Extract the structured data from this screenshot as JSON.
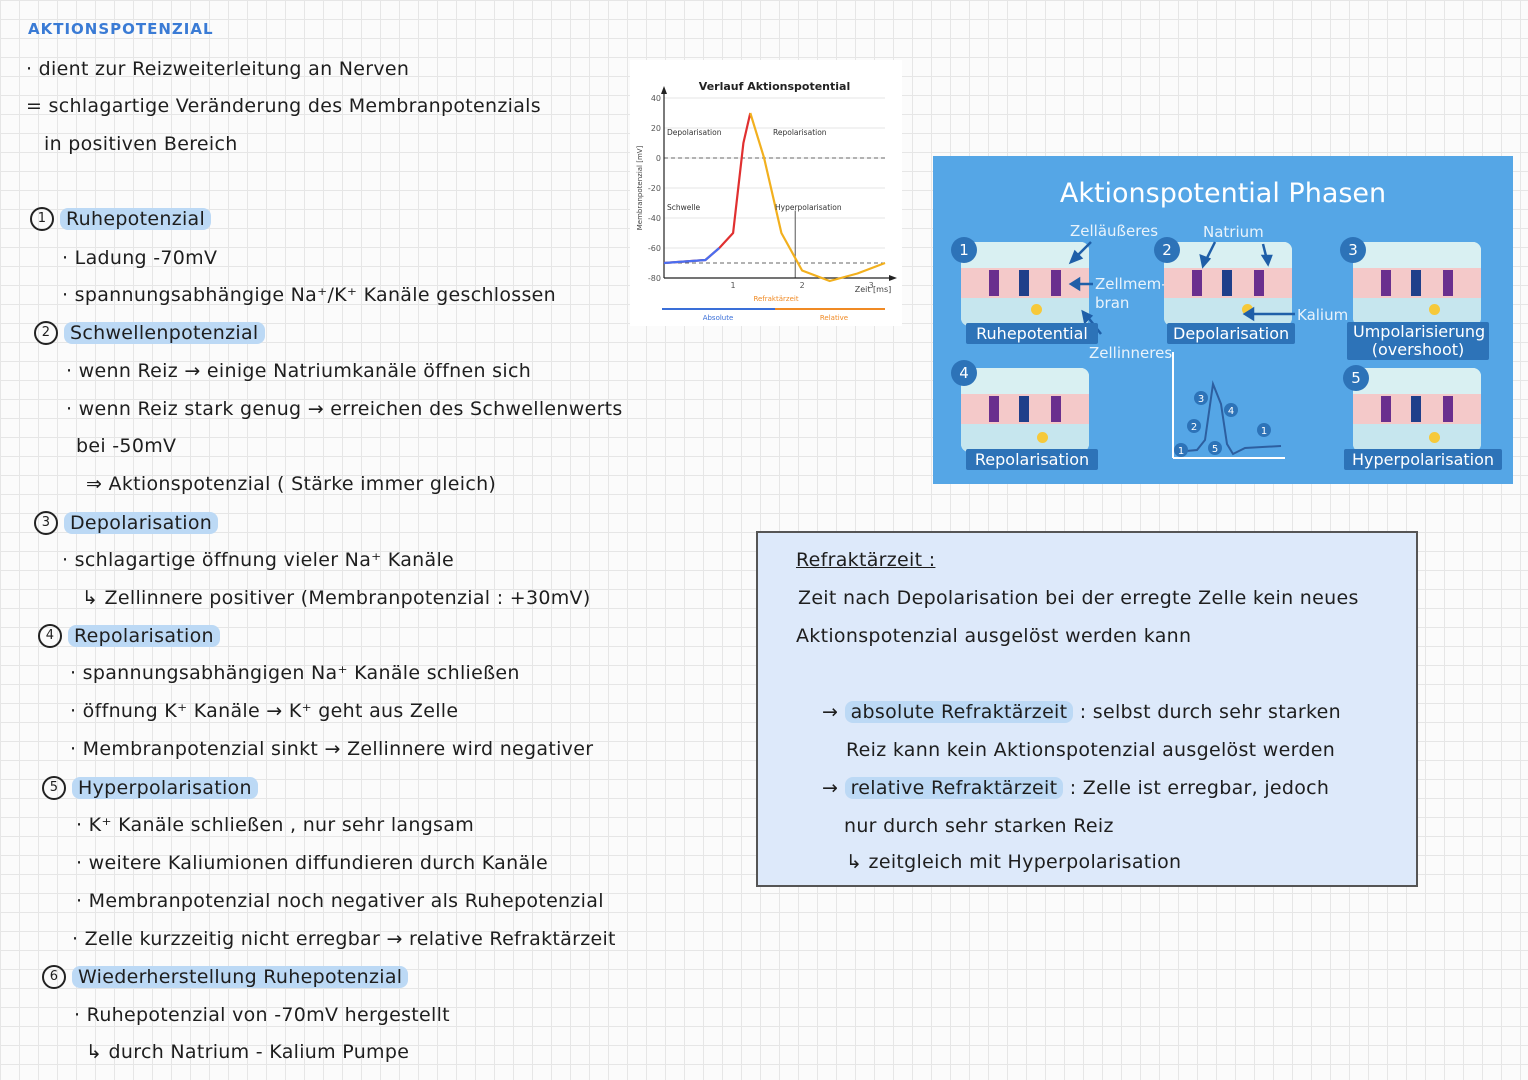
{
  "title": "AKTIONSPOTENZIAL",
  "intro": [
    "· dient zur Reizweiterleitung an Nerven",
    "= schlagartige Veränderung des Membranpotenzials",
    "in positiven Bereich"
  ],
  "sections": [
    {
      "num": "1",
      "heading": "Ruhepotenzial",
      "lines": [
        "· Ladung -70mV",
        "· spannungsabhängige Na⁺/K⁺ Kanäle geschlossen"
      ]
    },
    {
      "num": "2",
      "heading": "Schwellenpotenzial",
      "lines": [
        "· wenn Reiz → einige Natriumkanäle öffnen sich",
        "· wenn Reiz stark genug → erreichen des Schwellenwerts",
        "bei -50mV",
        "⇒ Aktionspotenzial ( Stärke immer gleich)"
      ]
    },
    {
      "num": "3",
      "heading": "Depolarisation",
      "lines": [
        "· schlagartige öffnung vieler Na⁺ Kanäle",
        "↳ Zellinnere positiver (Membranpotenzial : +30mV)"
      ]
    },
    {
      "num": "4",
      "heading": "Repolarisation",
      "lines": [
        "· spannungsabhängigen Na⁺ Kanäle schließen",
        "· öffnung K⁺ Kanäle → K⁺ geht aus Zelle",
        "· Membranpotenzial sinkt → Zellinnere wird negativer"
      ]
    },
    {
      "num": "5",
      "heading": "Hyperpolarisation",
      "lines": [
        "· K⁺ Kanäle schließen , nur sehr langsam",
        "· weitere Kaliumionen diffundieren durch Kanäle",
        "· Membranpotenzial noch negativer als Ruhepotenzial",
        "· Zelle kurzzeitig nicht erregbar → relative Refraktärzeit"
      ]
    },
    {
      "num": "6",
      "heading": "Wiederherstellung Ruhepotenzial",
      "lines": [
        "· Ruhepotenzial von -70mV hergestellt",
        "↳ durch Natrium - Kalium Pumpe"
      ]
    }
  ],
  "chart_data": {
    "type": "line",
    "title": "Verlauf Aktionspotential",
    "xlabel": "Zeit [ms]",
    "ylabel": "Membranpotenzial [mV]",
    "ylim": [
      -80,
      40
    ],
    "xlim": [
      0,
      3.2
    ],
    "yticks": [
      "40",
      "20",
      "0",
      "-20",
      "-40",
      "-60",
      "-80"
    ],
    "xticks": [
      "1",
      "2",
      "3"
    ],
    "series": [
      {
        "name": "Depolarisation",
        "color": "#e03030",
        "x": [
          0,
          0.6,
          0.8,
          1.0,
          1.15,
          1.25
        ],
        "y": [
          -70,
          -68,
          -60,
          -50,
          10,
          30
        ]
      },
      {
        "name": "Repolarisation",
        "color": "#f2b01e",
        "x": [
          1.25,
          1.45,
          1.7,
          2.0,
          2.4,
          2.8,
          3.2
        ],
        "y": [
          30,
          0,
          -50,
          -75,
          -82,
          -77,
          -70
        ]
      }
    ],
    "annotations": [
      "Depolarisation",
      "Repolarisation",
      "Schwelle",
      "Hyperpolarisation",
      "Refraktärzeit",
      "Absolute",
      "Relative"
    ],
    "colors": {
      "absolute": "#3a6fd8",
      "relative": "#f08a24",
      "curve_start": "#4a6ef0"
    }
  },
  "phases_panel": {
    "title": "Aktionspotential Phasen",
    "labels": {
      "outside": "Zelläußeres",
      "sodium": "Natrium",
      "membrane": "Zellmem-\nbran",
      "membrane_a": "Zellmem-",
      "membrane_b": "bran",
      "potassium": "Kalium",
      "inside": "Zellinneres"
    },
    "phases": [
      {
        "num": "1",
        "label": "Ruhepotential"
      },
      {
        "num": "2",
        "label": "Depolarisation"
      },
      {
        "num": "3",
        "label_a": "Umpolarisierung",
        "label_b": "(overshoot)"
      },
      {
        "num": "4",
        "label": "Repolarisation"
      },
      {
        "num": "5",
        "label": "Hyperpolarisation"
      }
    ],
    "mini_markers": [
      "1",
      "2",
      "3",
      "4",
      "5",
      "1"
    ],
    "bg_color": "#55a6e6"
  },
  "refractory": {
    "heading": "Refraktärzeit :",
    "lines": [
      "Zeit nach Depolarisation bei der erregte Zelle kein neues",
      "Aktionspotenzial ausgelöst werden kann"
    ],
    "absolute_arrow": "→",
    "absolute_term": "absolute Refraktärzeit",
    "absolute_text": ": selbst durch sehr starken",
    "absolute_text2": "Reiz kann kein Aktionspotenzial ausgelöst werden",
    "relative_arrow": "→",
    "relative_term": "relative Refraktärzeit",
    "relative_text": ": Zelle ist erregbar, jedoch",
    "relative_text2": "nur durch sehr starken Reiz",
    "relative_text3": "↳ zeitgleich mit Hyperpolarisation"
  }
}
